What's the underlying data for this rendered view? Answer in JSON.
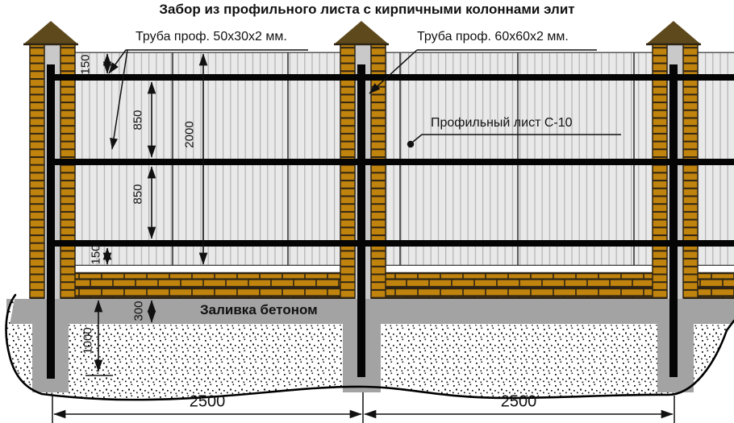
{
  "title": "Забор из профильного листа с кирпичными колоннами элит",
  "labels": {
    "tube_small": "Труба проф. 50х30х2 мм.",
    "tube_big": "Труба проф. 60х60х2 мм.",
    "sheet": "Профильный лист С-10",
    "concrete": "Заливка бетоном"
  },
  "dims": {
    "top_offset": "150",
    "rail_gap_upper": "850",
    "sheet_height": "2000",
    "rail_gap_lower": "850",
    "bottom_offset": "150",
    "strip_thickness": "300",
    "pier_depth": "1000",
    "span_left": "2500",
    "span_right": "2500"
  },
  "colors": {
    "ink": "#111111",
    "brick": "#bf830e",
    "mortar": "#2e2414",
    "cap": "#5e491d",
    "cavity": "#c9c9c9",
    "concrete": "#a3a3a3",
    "sheet": "#e9e9e9",
    "sheetline": "#b2b2b2",
    "steel": "#050505"
  }
}
